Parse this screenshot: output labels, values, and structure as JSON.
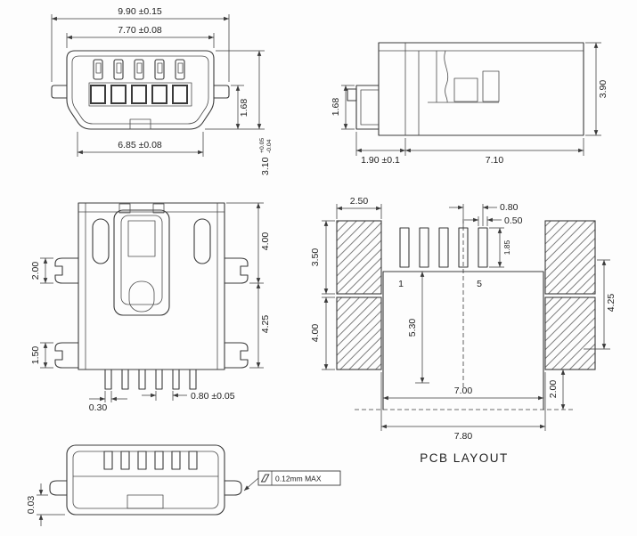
{
  "drawing": {
    "front_view": {
      "dim_total_width": "9.90 ±0.15",
      "dim_shell_width": "7.70 ±0.08",
      "dim_opening_width": "6.85 ±0.08",
      "dim_flange_height": "1.68",
      "dim_body_height": "3.10",
      "dim_body_height_tol_upper": "+0.05",
      "dim_body_height_tol_lower": "-0.04"
    },
    "side_view": {
      "dim_overall_height": "3.90",
      "dim_shell_height": "1.68",
      "dim_shell_depth": "1.90 ±0.1",
      "dim_body_depth": "7.10"
    },
    "top_view": {
      "dim_upper_section": "4.00",
      "dim_lower_section": "4.25",
      "dim_upper_tab": "2.00",
      "dim_lower_tab": "1.50",
      "dim_lead_width": "0.30",
      "dim_lead_pitch": "0.80 ±0.05"
    },
    "pcb_layout": {
      "title": "PCB LAYOUT",
      "dim_pad_pitch": "0.80",
      "dim_pad_width": "0.50",
      "dim_pad_length": "1.85",
      "dim_mount_width": "2.50",
      "dim_mount_upper_height": "3.50",
      "dim_mount_lower_height": "4.00",
      "dim_right_offset": "4.25",
      "dim_cavity_depth": "5.30",
      "dim_inner_span": "7.00",
      "dim_bottom_offset": "2.00",
      "dim_outer_span": "7.80",
      "pin_first": "1",
      "pin_last": "5"
    },
    "bottom_view": {
      "dim_coplanarity": "0.03",
      "flatness_note": "0.12mm MAX"
    }
  }
}
